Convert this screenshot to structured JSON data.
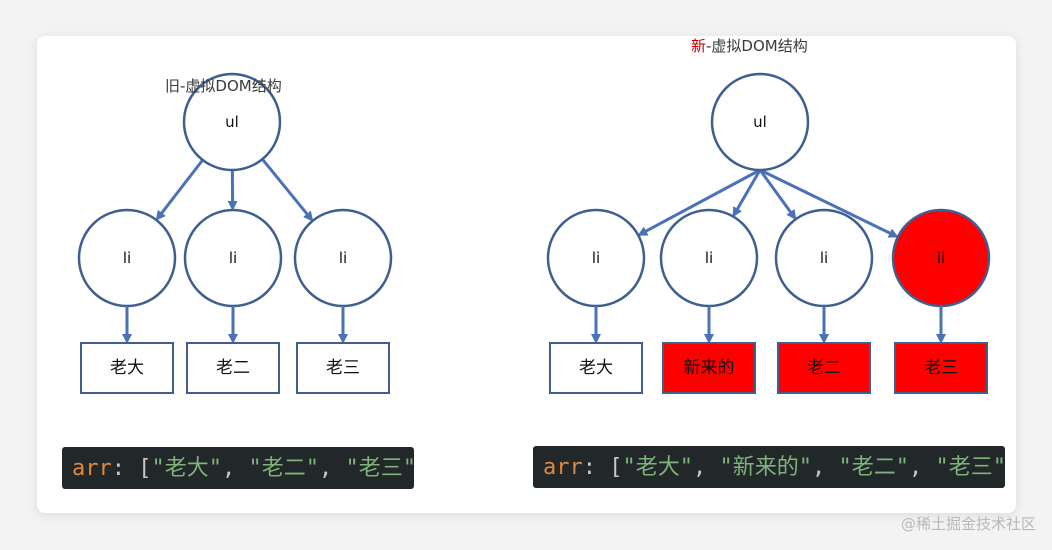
{
  "left": {
    "title": "旧-虚拟DOM结构",
    "root_label": "ul",
    "nodes": [
      {
        "label": "li",
        "text": "老大",
        "highlight": false,
        "box_highlight": false
      },
      {
        "label": "li",
        "text": "老二",
        "highlight": false,
        "box_highlight": false
      },
      {
        "label": "li",
        "text": "老三",
        "highlight": false,
        "box_highlight": false
      }
    ],
    "code": {
      "var": "arr",
      "colon": ":",
      "open": "[",
      "close": "]",
      "sep": ", ",
      "items": [
        "\"老大\"",
        "\"老二\"",
        "\"老三\""
      ]
    }
  },
  "right": {
    "title_highlight": "新",
    "title_rest": "-虚拟DOM结构",
    "root_label": "ul",
    "nodes": [
      {
        "label": "li",
        "text": "老大",
        "highlight": false,
        "box_highlight": false
      },
      {
        "label": "li",
        "text": "新来的",
        "highlight": false,
        "box_highlight": true
      },
      {
        "label": "li",
        "text": "老二",
        "highlight": false,
        "box_highlight": true
      },
      {
        "label": "li",
        "text": "老三",
        "highlight": true,
        "box_highlight": true
      }
    ],
    "code": {
      "var": "arr",
      "colon": ":",
      "open": "[",
      "close": "]",
      "sep": ", ",
      "items": [
        "\"老大\"",
        "\"新来的\"",
        "\"老二\"",
        "\"老三\""
      ]
    }
  },
  "colors": {
    "node_stroke": "#3e5f8f",
    "arrow": "#4a72b8",
    "highlight": "#ff0000",
    "box_stroke": "#3e5f8f"
  },
  "watermark": "@稀土掘金技术社区"
}
